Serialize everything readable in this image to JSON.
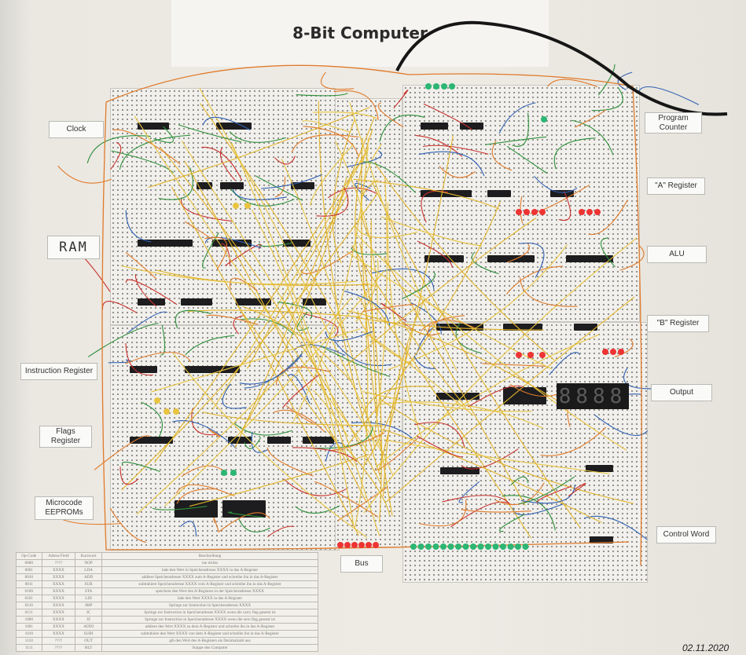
{
  "title": "8-Bit Computer",
  "labels": {
    "clock": "Clock",
    "ram": "RAM",
    "instruction_register": "Instruction Register",
    "flags_register": "Flags Register",
    "microcode": "Microcode EEPROMs",
    "program_counter": "Program Counter",
    "a_register": "\"A\" Register",
    "alu": "ALU",
    "b_register": "\"B\" Register",
    "output": "Output",
    "control_word": "Control Word",
    "bus": "Bus"
  },
  "display_value": "8888",
  "date": "02.11.2020",
  "wire_colors": [
    "#e2b42a",
    "#2d8f3a",
    "#2f5fb3",
    "#e07a2a",
    "#c9302c",
    "#e8c440"
  ],
  "instruction_table": {
    "headers": [
      "Op-Code",
      "Adress Field",
      "Kurzwort",
      "Beschreibung"
    ],
    "rows": [
      [
        "0000",
        "????",
        "NOP",
        "tue nichts"
      ],
      [
        "0001",
        "XXXX",
        "LDA",
        "lade den Wert in Speicheradresse XXXX in das A-Register"
      ],
      [
        "0010",
        "XXXX",
        "ADD",
        "addiere Speicheradresse XXXX zum A-Register und schreibe ihn in das A-Register"
      ],
      [
        "0011",
        "XXXX",
        "SUB",
        "subtrahiere Speicheradresse XXXX vom A-Register und schreibe ihn in das A-Register"
      ],
      [
        "0100",
        "XXXX",
        "STA",
        "speichere den Wert des A-Registers in der Speicheradresse XXXX"
      ],
      [
        "0101",
        "XXXX",
        "LDI",
        "lade den Wert XXXX in das A-Register"
      ],
      [
        "0110",
        "XXXX",
        "JMP",
        "Springe zur Instruction in Speicheradresse XXXX"
      ],
      [
        "0111",
        "XXXX",
        "JC",
        "Springe zur Instruction in Speicheradresse XXXX wenn die carry flag gesetzt ist"
      ],
      [
        "1000",
        "XXXX",
        "JZ",
        "Springe zur Instruction in Speicheradresse XXXX wenn die zero flag gesetzt ist"
      ],
      [
        "1001",
        "XXXX",
        "ADDI",
        "addiere den Wert XXXX zu dem A-Register und schreibe ihn in das A-Register"
      ],
      [
        "1010",
        "XXXX",
        "SUBI",
        "subtrahiere den Wert XXXX von dem A-Register und schreibe ihn in das A-Register"
      ],
      [
        "1110",
        "????",
        "OUT",
        "gib den Wert des A-Registers als Dezimalzahl aus"
      ],
      [
        "1111",
        "????",
        "HLT",
        "Stoppe den Computer"
      ]
    ]
  }
}
